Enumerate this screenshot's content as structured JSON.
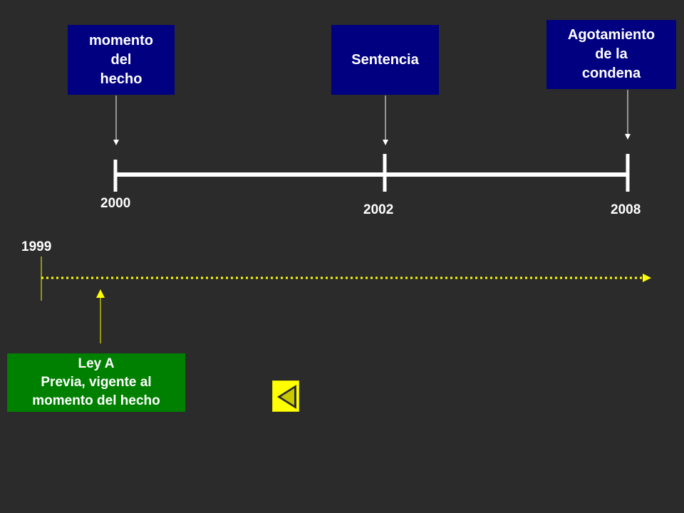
{
  "events": {
    "hecho": [
      "momento",
      "del",
      "hecho"
    ],
    "sentencia": [
      "Sentencia"
    ],
    "agotamiento": [
      "Agotamiento",
      "de la",
      "condena"
    ]
  },
  "years": {
    "y2000": "2000",
    "y2002": "2002",
    "y2008": "2008",
    "y1999": "1999"
  },
  "ley_a": [
    "Ley A",
    "Previa, vigente al",
    "momento del hecho"
  ],
  "colors": {
    "background": "#2b2b2b",
    "event_box": "#000080",
    "ley_box": "#008000",
    "dotted_line": "#ffff00",
    "nav_button": "#ffff00"
  },
  "nav": {
    "icon": "triangle-left-icon"
  }
}
